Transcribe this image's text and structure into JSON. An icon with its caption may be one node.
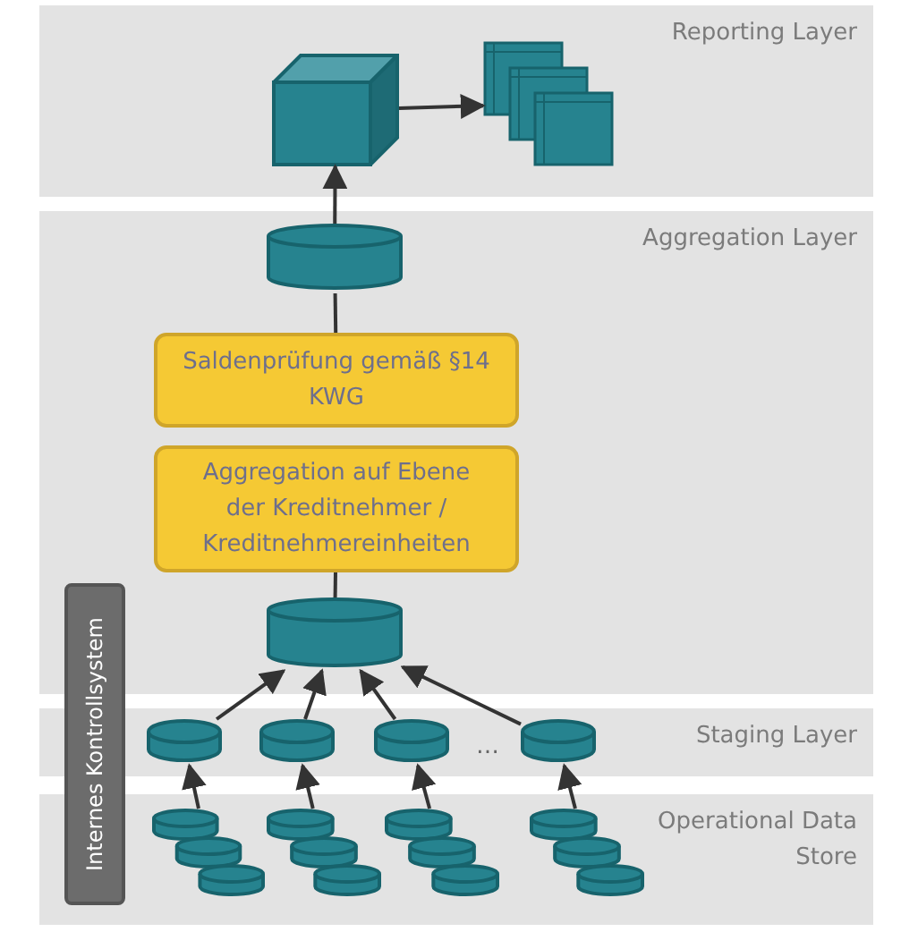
{
  "diagram": {
    "nodes": [
      {
        "text": [
          "Reporting Layer"
        ]
      },
      {
        "text": [],
        "shape": "cube",
        "in": 0
      },
      {
        "text": [],
        "shape": "box",
        "in": 0
      },
      {
        "text": [
          "Aggregation Layer"
        ]
      },
      {
        "text": [],
        "shape": "cylinder",
        "in": 3
      },
      {
        "text": [
          "Saldenprüfung gemäß §14 KWG"
        ],
        "in": 3
      },
      {
        "text": [
          "Aggregation auf Ebene der Kreditnehmer / Kreditnehmereinheiten"
        ],
        "in": 3
      },
      {
        "text": [],
        "shape": "cylinder",
        "in": 3
      },
      {
        "text": [
          "Staging Layer"
        ]
      },
      {
        "text": [],
        "shape": "cylinder",
        "in": 8
      },
      {
        "text": [],
        "shape": "cylinder",
        "in": 8
      },
      {
        "text": [],
        "shape": "cylinder",
        "in": 8
      },
      {
        "text": [],
        "shape": "cylinder",
        "in": 8
      },
      {
        "text": [
          "Operational Data Store"
        ]
      },
      {
        "text": [],
        "shape": "cylinders",
        "in": 13
      },
      {
        "text": [],
        "shape": "cylinders",
        "in": 13
      },
      {
        "text": [],
        "shape": "cylinders",
        "in": 13
      },
      {
        "text": [],
        "shape": "cylinders",
        "in": 13
      },
      {
        "text": [
          "Internes Kontrollsystem"
        ]
      }
    ],
    "edges": [
      {
        "from": 4,
        "to": 1,
        "arrow": "to"
      },
      {
        "from": 1,
        "to": 2,
        "arrow": "to"
      },
      {
        "from": 5,
        "to": 4,
        "arrow": "none"
      },
      {
        "from": 7,
        "to": 6,
        "arrow": "none"
      },
      {
        "from": 9,
        "to": 7,
        "arrow": "to"
      },
      {
        "from": 10,
        "to": 7,
        "arrow": "to"
      },
      {
        "from": 11,
        "to": 7,
        "arrow": "to"
      },
      {
        "from": 12,
        "to": 7,
        "arrow": "to"
      },
      {
        "from": 14,
        "to": 9,
        "arrow": "to"
      },
      {
        "from": 15,
        "to": 10,
        "arrow": "to"
      },
      {
        "from": 16,
        "to": 11,
        "arrow": "to"
      },
      {
        "from": 17,
        "to": 12,
        "arrow": "to"
      }
    ],
    "labels": [
      "…"
    ]
  }
}
